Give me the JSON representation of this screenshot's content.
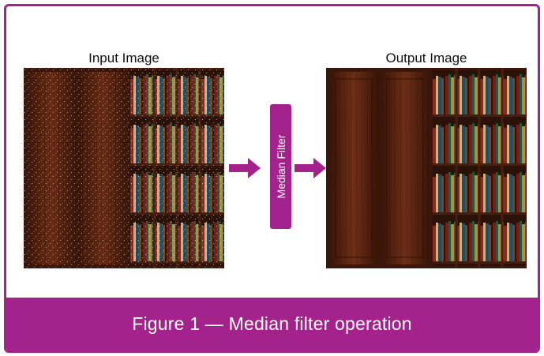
{
  "labels": {
    "input": "Input Image",
    "output": "Output Image"
  },
  "process": {
    "label": "Median Filter"
  },
  "caption": "Figure 1 — Median filter operation",
  "colors": {
    "accent": "#a4228b",
    "wood": "#5a2412",
    "wood_dark": "#3a160b"
  }
}
